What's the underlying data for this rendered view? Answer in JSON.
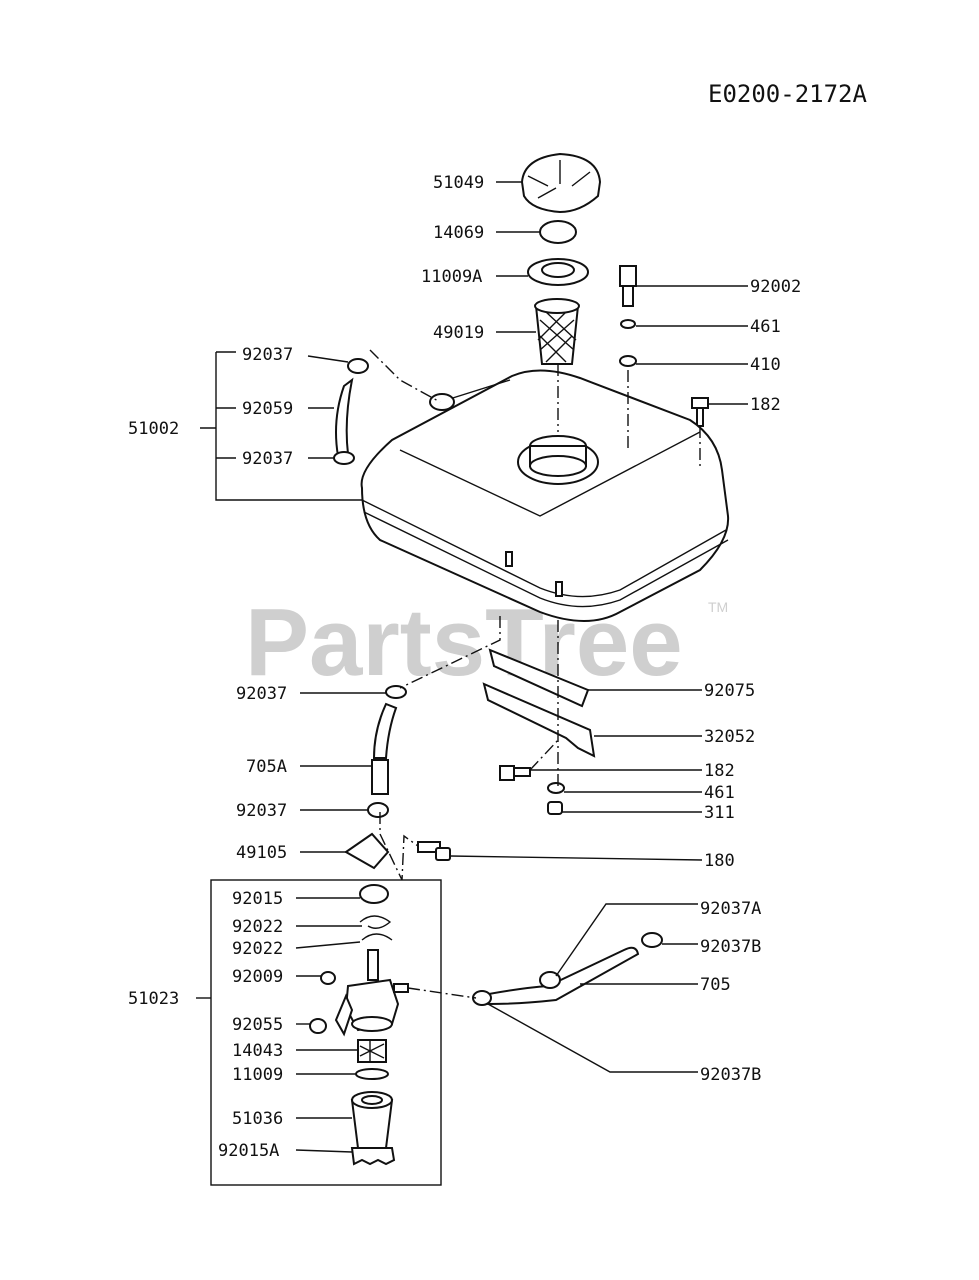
{
  "drawing_code": "E0200-2172A",
  "watermark": {
    "text": "PartsTree",
    "tm": "TM"
  },
  "colors": {
    "ink": "#111111",
    "watermark": "#cfcfcf"
  },
  "labels": {
    "l51049": "51049",
    "l14069": "14069",
    "l11009A": "11009A",
    "l49019": "49019",
    "l92002": "92002",
    "l461a": "461",
    "l410": "410",
    "l182a": "182",
    "l51002": "51002",
    "l92037a": "92037",
    "l92059": "92059",
    "l92037b": "92037",
    "l92037c": "92037",
    "l92075": "92075",
    "l32052": "32052",
    "l705A": "705A",
    "l182b": "182",
    "l461b": "461",
    "l311": "311",
    "l92037d": "92037",
    "l49105": "49105",
    "l180": "180",
    "l92015": "92015",
    "l92022a": "92022",
    "l92022b": "92022",
    "l92009": "92009",
    "l51023": "51023",
    "l92055": "92055",
    "l14043": "14043",
    "l11009": "11009",
    "l51036": "51036",
    "l92015A": "92015A",
    "l92037A": "92037A",
    "l92037B1": "92037B",
    "l705": "705",
    "l92037B2": "92037B"
  }
}
